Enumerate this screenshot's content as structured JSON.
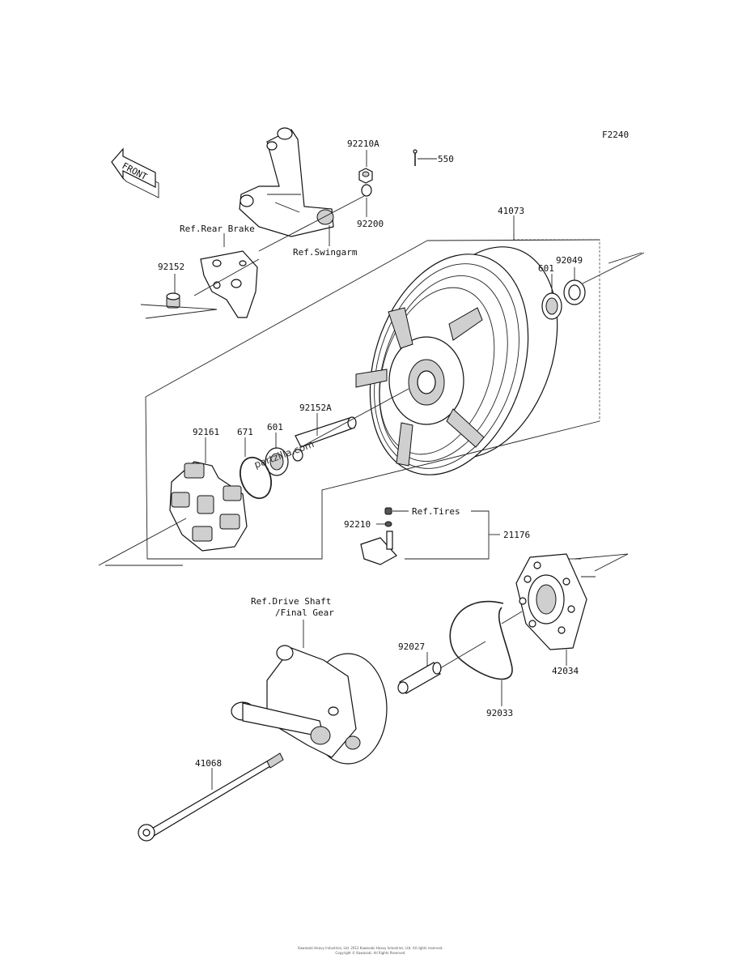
{
  "diagram": {
    "code": "F2240",
    "front_label": "FRONT",
    "watermark": "partzilla.com",
    "footer_line1": "Kawasaki Heavy Industries, Ltd. 2012 Kawasaki Heavy Industries, Ltd. All rights reserved.",
    "footer_line2": "Copyright © Kawasaki. All Rights Reserved."
  },
  "parts": {
    "p92210A": "92210A",
    "p550": "550",
    "p92200": "92200",
    "p41073": "41073",
    "p92049": "92049",
    "p601a": "601",
    "p92152": "92152",
    "p92152A": "92152A",
    "p92161": "92161",
    "p671": "671",
    "p601b": "601",
    "p92210": "92210",
    "p21176": "21176",
    "p92027": "92027",
    "p42034": "42034",
    "p92033": "92033",
    "p41068": "41068"
  },
  "refs": {
    "rear_brake": "Ref.Rear Brake",
    "swingarm": "Ref.Swingarm",
    "tires": "Ref.Tires",
    "drive_shaft_1": "Ref.Drive Shaft",
    "drive_shaft_2": "/Final Gear"
  }
}
